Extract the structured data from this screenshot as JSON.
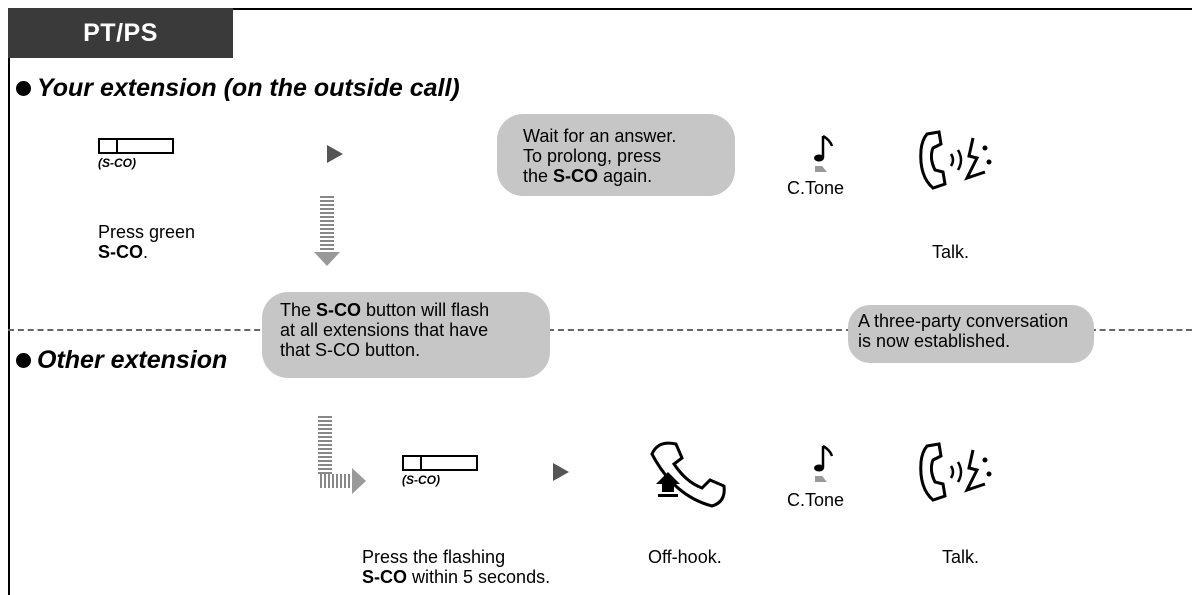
{
  "tab_label": "PT/PS",
  "section1": {
    "title": "Your extension (on the outside call)",
    "button_caption": "(S-CO)",
    "press_line1": "Press green",
    "press_bold": "S-CO",
    "press_tail": ".",
    "bubble_line1": "Wait for an answer.",
    "bubble_line2": "To prolong, press",
    "bubble_line3_pre": "the ",
    "bubble_line3_bold": "S-CO",
    "bubble_line3_post": " again.",
    "tone_label": "C.Tone",
    "talk_label": "Talk."
  },
  "middle": {
    "bubble_line1_pre": "The ",
    "bubble_line1_bold": "S-CO",
    "bubble_line1_post": " button will flash",
    "bubble_line2": "at all extensions that have",
    "bubble_line3": "that S-CO button.",
    "note_line1": "A three-party conversation",
    "note_line2": "is now established."
  },
  "section2": {
    "title": "Other extension",
    "button_caption": "(S-CO)",
    "press_line1": "Press the flashing",
    "press_bold": "S-CO",
    "press_tail": " within 5 seconds.",
    "offhook_label": "Off-hook.",
    "tone_label": "C.Tone",
    "talk_label": "Talk."
  },
  "icons": [
    "s-co-button-icon",
    "arrow-right-icon",
    "down-arrow-icon",
    "note-icon",
    "talk-handset-icon",
    "off-hook-icon"
  ]
}
